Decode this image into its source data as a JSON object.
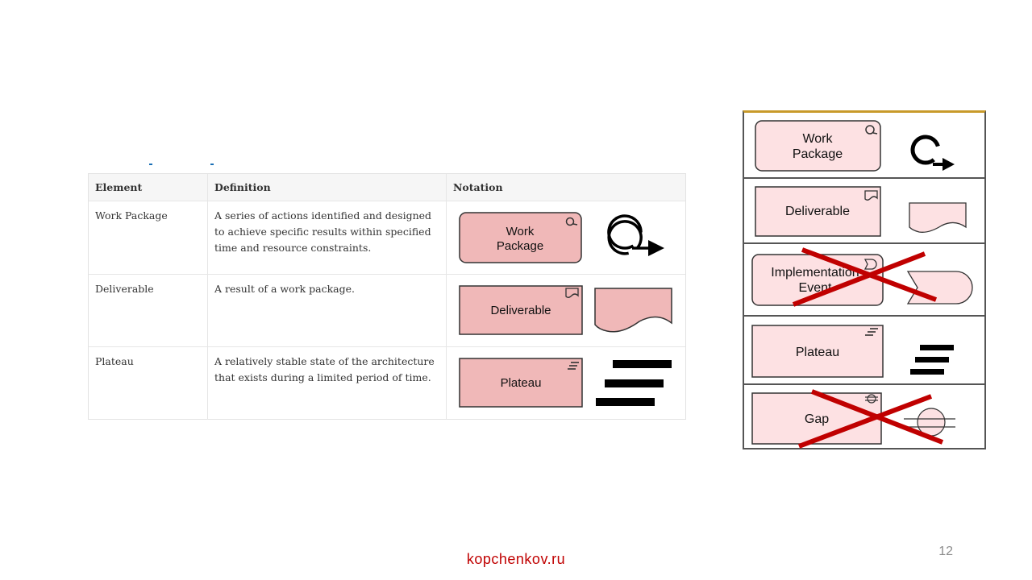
{
  "table": {
    "headers": [
      "Element",
      "Definition",
      "Notation"
    ],
    "rows": [
      {
        "element": "Work Package",
        "definition": "A series of actions identified and designed to achieve specific results within specified time and resource constraints.",
        "label_line1": "Work",
        "label_line2": "Package"
      },
      {
        "element": "Deliverable",
        "definition": "A result of a work package.",
        "label": "Deliverable"
      },
      {
        "element": "Plateau",
        "definition": "A relatively stable state of the architecture that exists during a limited period of time.",
        "label": "Plateau"
      }
    ]
  },
  "right_panel": {
    "work_package_line1": "Work",
    "work_package_line2": "Package",
    "deliverable": "Deliverable",
    "implementation_event_line1": "Implementation",
    "implementation_event_line2": "Event",
    "plateau": "Plateau",
    "gap": "Gap"
  },
  "colors": {
    "box_fill_left": "#f0b8b8",
    "box_fill_right": "#fde1e3",
    "cross": "#c00000",
    "site": "#c00000"
  },
  "footer": {
    "site": "kopchenkov.ru",
    "page": "12"
  }
}
